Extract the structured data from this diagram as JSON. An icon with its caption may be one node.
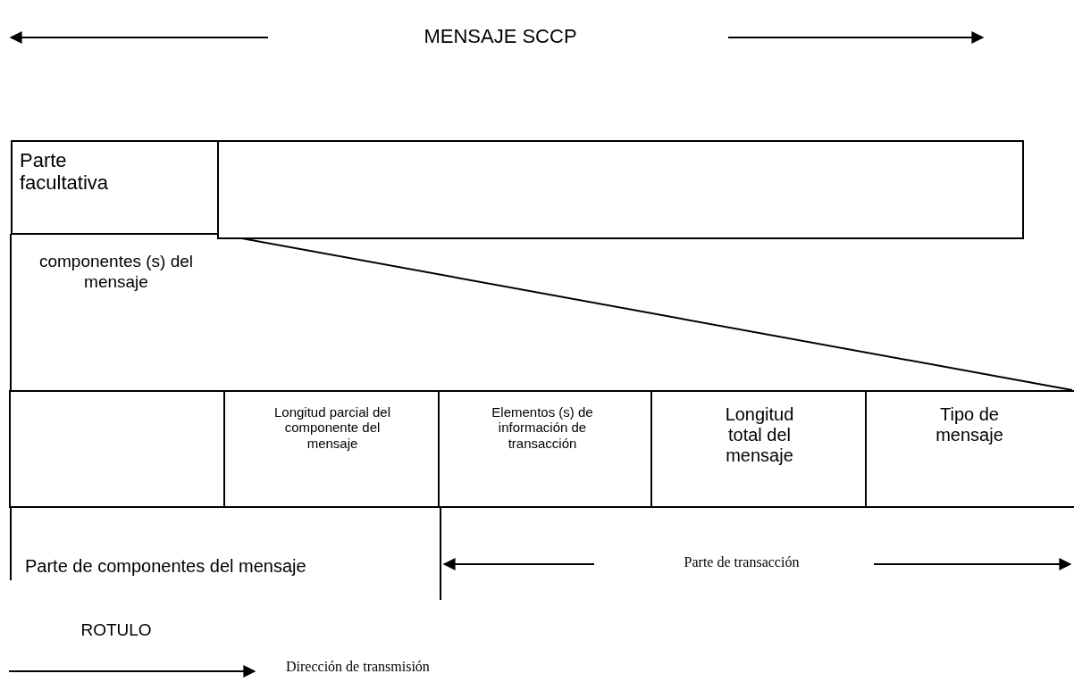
{
  "diagram": {
    "title": "MENSAJE SCCP",
    "nodes": [
      {
        "text": [
          "Parte facultativa"
        ]
      },
      {
        "text": [],
        "shape": "box"
      },
      {
        "text": [],
        "shape": "box"
      },
      {
        "text": [
          "Longitud parcial del componente del mensaje"
        ]
      },
      {
        "text": [
          "Elementos (s) de información de transacción"
        ]
      },
      {
        "text": [
          "Longitud total del mensaje"
        ]
      },
      {
        "text": [
          "Tipo de mensaje"
        ]
      }
    ],
    "edges": [],
    "labels": [
      "componentes (s) del mensaje",
      "Parte de componentes del mensaje",
      "Parte de transacción",
      "ROTULO",
      "Dirección de transmisión"
    ]
  }
}
